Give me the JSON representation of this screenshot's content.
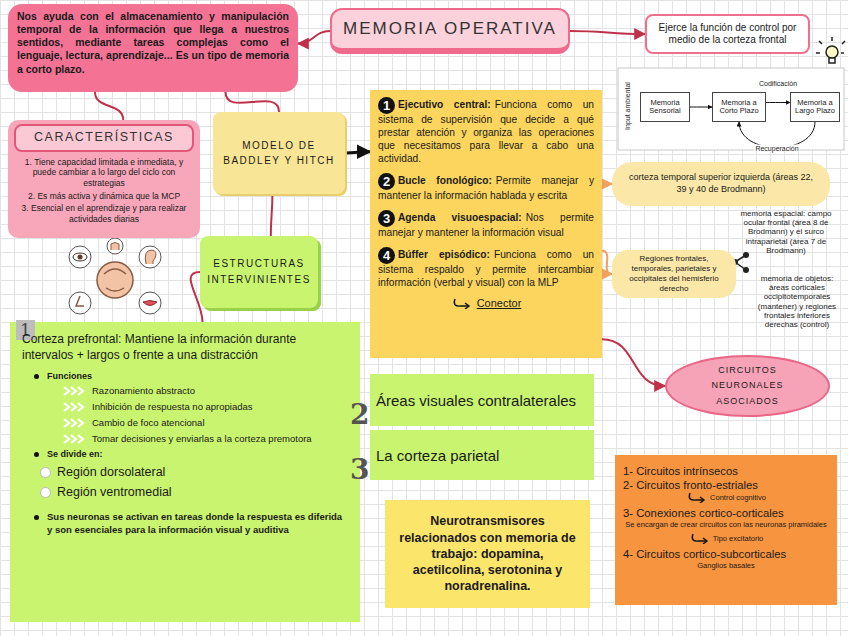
{
  "diagram": {
    "nodes": [
      {
        "text": [
          "Nos ayuda con el almacenamiento y manipulación temporal de la información que llega a nuestros sentidos, mediante tareas complejas como el lenguaje, lectura, aprendizaje... Es un tipo de memoria a corto plazo."
        ]
      },
      {
        "text": [
          "MEMORIA OPERATIVA"
        ]
      },
      {
        "text": [
          "Ejerce la función de control por medio de la corteza frontal"
        ]
      },
      {
        "text": [
          "CARACTERÍSTICAS",
          "1. Tiene capacidad limitada e inmediata, y puede cambiar a lo largo del ciclo con estrategias",
          "2. Es más activa y dinámica que la MCP",
          "3. Esencial en el aprendizaje y para realizar actividades diarias"
        ]
      },
      {
        "text": [
          "MODELO DE BADDLEY Y HITCH"
        ]
      },
      {
        "text": [
          "1",
          "Ejecutivo central:",
          "Funciona como un sistema de supervisión que decide a qué prestar atención y organiza las operaciones que necesitamos para llevar a cabo una actividad.",
          "2",
          "Bucle fonológico:",
          "Permite manejar y mantener la información hablada y escrita",
          "3",
          "Agenda visuoespacial:",
          "Nos permite manejar y mantener la información visual",
          "4",
          "Búffer episódico:",
          "Funciona como un sistema respaldo y permite intercambiar información (verbal y visual) con la MLP",
          "Conector"
        ]
      },
      {
        "text": [
          "Memoria Sensorial"
        ]
      },
      {
        "text": [
          "Memoria a Corto Plazo"
        ]
      },
      {
        "text": [
          "Memoria a Largo Plazo"
        ]
      },
      {
        "text": [
          "corteza temporal superior izquierda (áreas 22, 39 y 40 de Brodmann)"
        ]
      },
      {
        "text": [
          "Regiones frontales, temporales, parietales y occipitales del hemisferio derecho"
        ]
      },
      {
        "text": [
          "ESTRUCTURAS INTERVINIENTES"
        ]
      },
      {
        "text": [
          "1",
          "Corteza prefrontal: Mantiene la información durante intervalos + largos o frente a una distracción",
          "Funciones",
          "Razonamiento abstracto",
          "Inhibición de respuesta no apropiadas",
          "Cambio de foco atencional",
          "Tomar decisiones y enviarlas a la corteza premotora",
          "Se divide en:",
          "Región dorsolateral",
          "Región ventromedial",
          "Sus neuronas se activan en tareas donde la respuesta es diferida y son esenciales para la información visual y auditiva"
        ]
      },
      {
        "text": [
          "2",
          "Áreas visuales contralaterales"
        ]
      },
      {
        "text": [
          "3",
          "La corteza parietal"
        ]
      },
      {
        "text": [
          "Neurotransmisores relacionados con memoria de trabajo: dopamina, acetilcolina, serotonina y noradrenalina."
        ]
      },
      {
        "text": [
          "CIRCUITOS NEURONALES ASOCIADOS"
        ]
      },
      {
        "text": [
          "1- Circuitos intrínsecos",
          "2- Circuitos fronto-estriales",
          "Control cognitivo",
          "3- Conexiones cortico-corticales",
          "Se encargan de crear circuitos con las neuronas piramidales",
          "Tipo excitatorio",
          "4- Circuitos cortico-subcorticales",
          "Ganglios basales"
        ]
      }
    ],
    "edges": [
      {
        "from": 1,
        "to": 0,
        "arrow": "to"
      },
      {
        "from": 1,
        "to": 2,
        "arrow": "to"
      },
      {
        "from": 0,
        "to": 3,
        "arrow": "none"
      },
      {
        "from": 0,
        "to": 4,
        "arrow": "none"
      },
      {
        "from": 4,
        "to": 5,
        "arrow": "to"
      },
      {
        "from": 4,
        "to": 11,
        "arrow": "none"
      },
      {
        "from": 11,
        "to": 12,
        "arrow": "none"
      },
      {
        "from": 5,
        "to": 9,
        "arrow": "to"
      },
      {
        "from": 5,
        "to": 10,
        "arrow": "to"
      },
      {
        "from": 5,
        "to": 16,
        "arrow": "to"
      },
      {
        "from": 6,
        "to": 7,
        "arrow": "to"
      },
      {
        "from": 7,
        "to": 8,
        "arrow": "to",
        "label": "Codificación"
      },
      {
        "from": 8,
        "to": 7,
        "arrow": "to",
        "label": "Recuperación"
      }
    ],
    "labels": [
      "Input ambiental",
      "memoria espacial: campo ocular frontal (área 8 de Brodmann) y el surco intraparietal (área 7 de Brodmann)",
      "memoria de objetos: áreas corticales occipitotemporales (mantener) y regiones frontales inferiores derechas (control)"
    ]
  }
}
